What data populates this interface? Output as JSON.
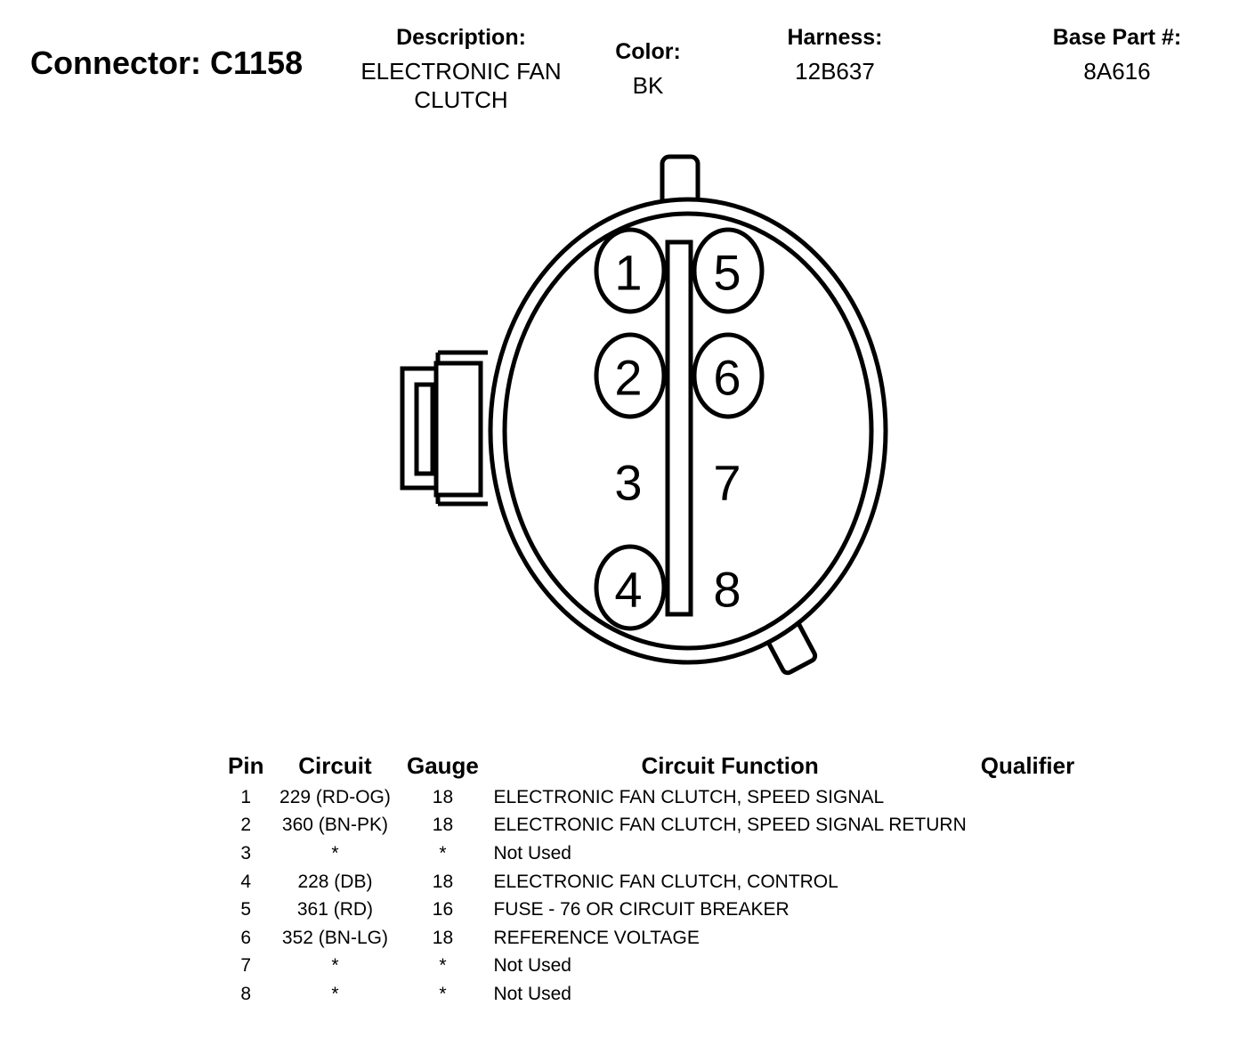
{
  "header": {
    "connector_title": "Connector: C1158",
    "description_label": "Description:",
    "description_value": "ELECTRONIC FAN CLUTCH",
    "color_label": "Color:",
    "color_value": "BK",
    "harness_label": "Harness:",
    "harness_value": "12B637",
    "base_part_label": "Base Part #:",
    "base_part_value": "8A616"
  },
  "connector_face": {
    "pins_left": [
      "1",
      "2",
      "3",
      "4"
    ],
    "pins_right": [
      "5",
      "6",
      "7",
      "8"
    ],
    "populated_cavities": [
      "1",
      "2",
      "4",
      "5",
      "6"
    ]
  },
  "table": {
    "headers": {
      "pin": "Pin",
      "circuit": "Circuit",
      "gauge": "Gauge",
      "function": "Circuit Function",
      "qualifier": "Qualifier"
    },
    "rows": [
      {
        "pin": "1",
        "circuit": "229 (RD-OG)",
        "gauge": "18",
        "function": "ELECTRONIC FAN CLUTCH, SPEED SIGNAL",
        "qualifier": ""
      },
      {
        "pin": "2",
        "circuit": "360 (BN-PK)",
        "gauge": "18",
        "function": "ELECTRONIC FAN CLUTCH, SPEED SIGNAL RETURN",
        "qualifier": ""
      },
      {
        "pin": "3",
        "circuit": "*",
        "gauge": "*",
        "function": "Not Used",
        "qualifier": ""
      },
      {
        "pin": "4",
        "circuit": "228 (DB)",
        "gauge": "18",
        "function": "ELECTRONIC FAN CLUTCH, CONTROL",
        "qualifier": ""
      },
      {
        "pin": "5",
        "circuit": "361 (RD)",
        "gauge": "16",
        "function": "FUSE - 76 OR CIRCUIT BREAKER",
        "qualifier": ""
      },
      {
        "pin": "6",
        "circuit": "352 (BN-LG)",
        "gauge": "18",
        "function": "REFERENCE VOLTAGE",
        "qualifier": ""
      },
      {
        "pin": "7",
        "circuit": "*",
        "gauge": "*",
        "function": "Not Used",
        "qualifier": ""
      },
      {
        "pin": "8",
        "circuit": "*",
        "gauge": "*",
        "function": "Not Used",
        "qualifier": ""
      }
    ]
  }
}
